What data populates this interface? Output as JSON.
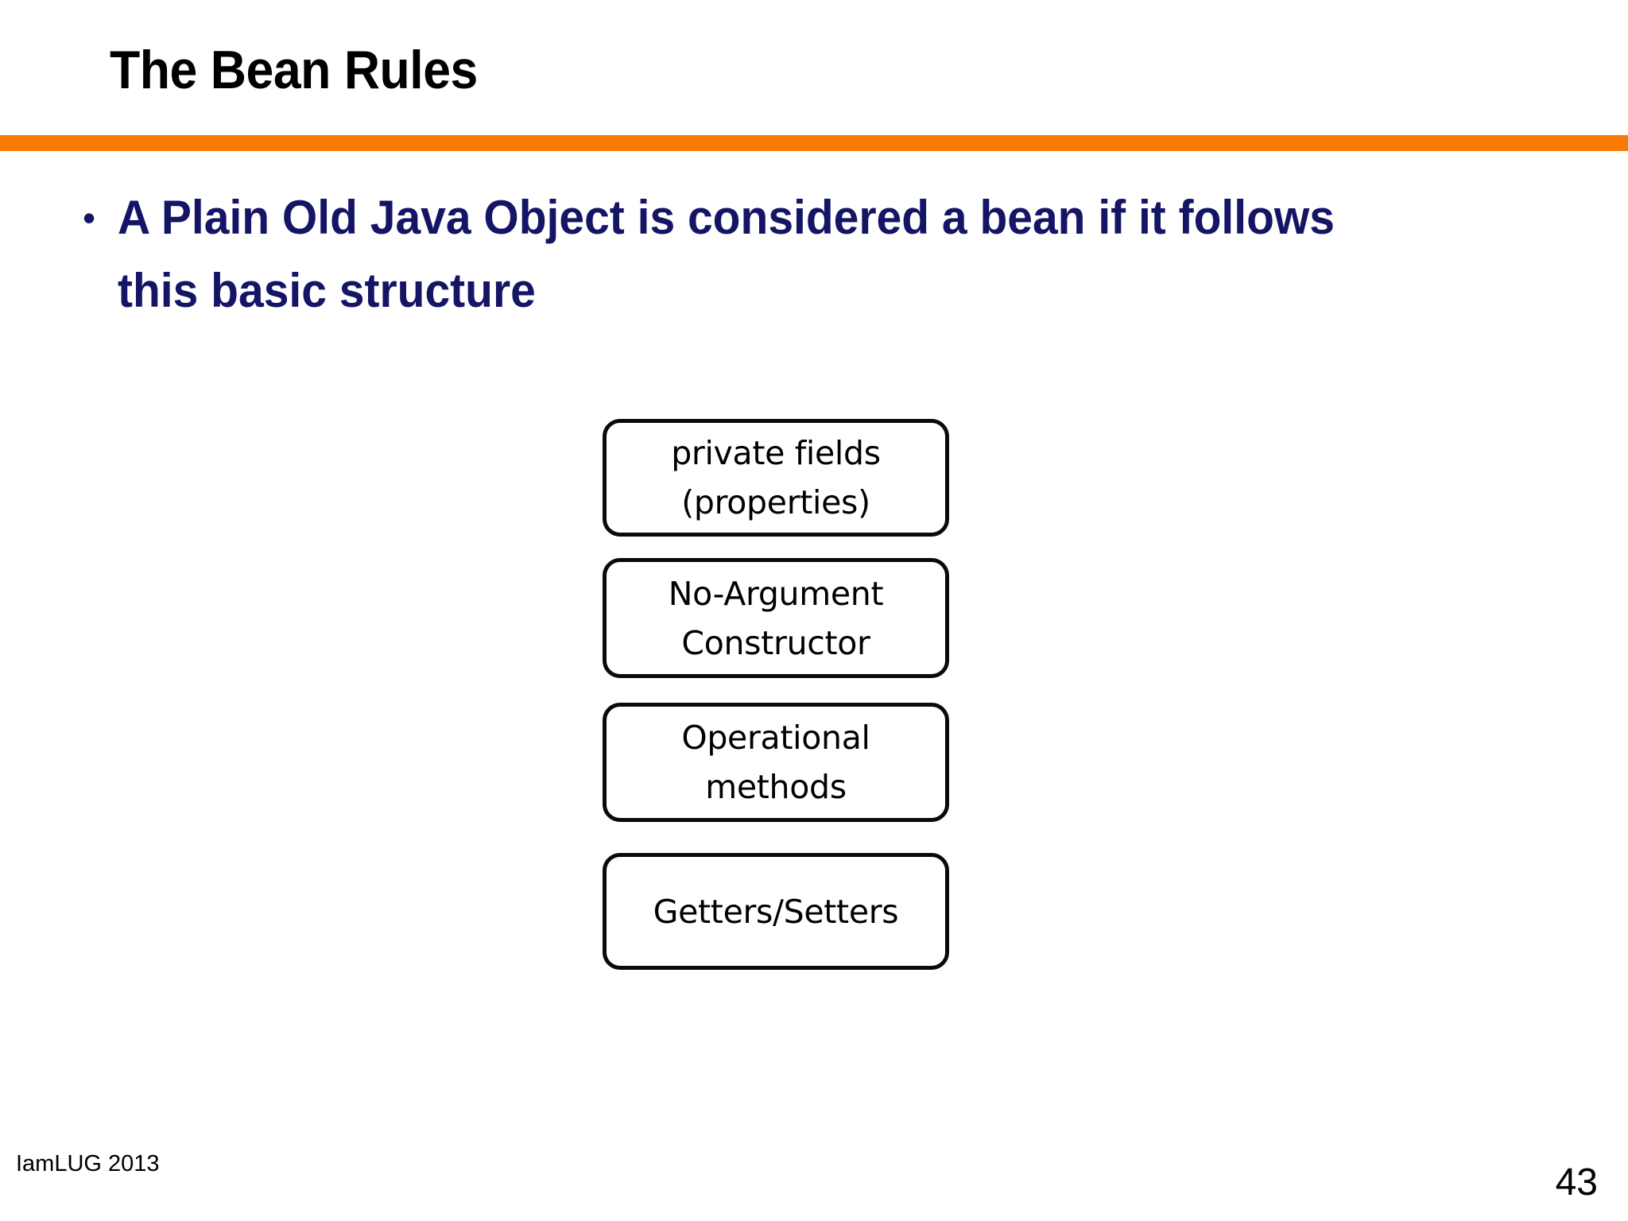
{
  "slide": {
    "title": "The Bean Rules",
    "accent_color": "#FA7A06",
    "body_text_color": "#151566",
    "background_color": "#FFFFFF"
  },
  "bullets": [
    {
      "marker": "•",
      "line1": "A Plain Old Java Object is considered a bean if it follows",
      "line2": "this basic structure"
    }
  ],
  "diagram": {
    "type": "stack",
    "boxes": [
      {
        "line1": "private fields",
        "line2": "(properties)"
      },
      {
        "line1": "No-Argument",
        "line2": "Constructor"
      },
      {
        "line1": "Operational",
        "line2": "methods"
      },
      {
        "line1": "Getters/Setters",
        "line2": ""
      }
    ]
  },
  "footer": {
    "note": "IamLUG 2013",
    "page_number": "43"
  }
}
